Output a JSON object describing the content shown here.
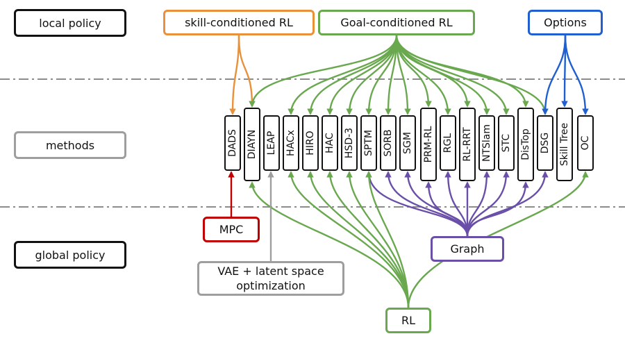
{
  "row_labels": {
    "local": "local policy",
    "methods": "methods",
    "global": "global policy"
  },
  "sources": {
    "skill": "skill-conditioned RL",
    "goal": "Goal-conditioned RL",
    "options": "Options",
    "mpc": "MPC",
    "vae_line1": "VAE + latent space",
    "vae_line2": "optimization",
    "graph": "Graph",
    "rl": "RL"
  },
  "methods": [
    "DADS",
    "DIAYN",
    "LEAP",
    "HACx",
    "HIRO",
    "HAC",
    "HSD-3",
    "SPTM",
    "SORB",
    "SGM",
    "PRM-RL",
    "RGL",
    "RL-RRT",
    "NTSlam",
    "STC",
    "DisTop",
    "DSG",
    "Skill Tree",
    "OC"
  ],
  "edges": {
    "skill": [
      "DADS",
      "DIAYN"
    ],
    "goal": [
      "DIAYN",
      "HACx",
      "HIRO",
      "HAC",
      "HSD-3",
      "SPTM",
      "SORB",
      "SGM",
      "PRM-RL",
      "RGL",
      "RL-RRT",
      "NTSlam",
      "STC",
      "DisTop",
      "DSG"
    ],
    "options": [
      "DSG",
      "Skill Tree",
      "OC"
    ],
    "mpc": [
      "DADS"
    ],
    "vae": [
      "LEAP"
    ],
    "graph": [
      "SPTM",
      "SORB",
      "SGM",
      "PRM-RL",
      "RGL",
      "RL-RRT",
      "NTSlam",
      "STC",
      "DisTop",
      "DSG"
    ],
    "rl": [
      "DIAYN",
      "HACx",
      "HIRO",
      "HAC",
      "HSD-3",
      "SPTM",
      "OC"
    ]
  },
  "colors": {
    "skill": "#e8913a",
    "goal": "#6aa84f",
    "options": "#1f5fcf",
    "mpc": "#c00000",
    "vae": "#9e9e9e",
    "graph": "#6a4fa8",
    "rl": "#6aa84f",
    "divider": "#8c8c8c"
  }
}
